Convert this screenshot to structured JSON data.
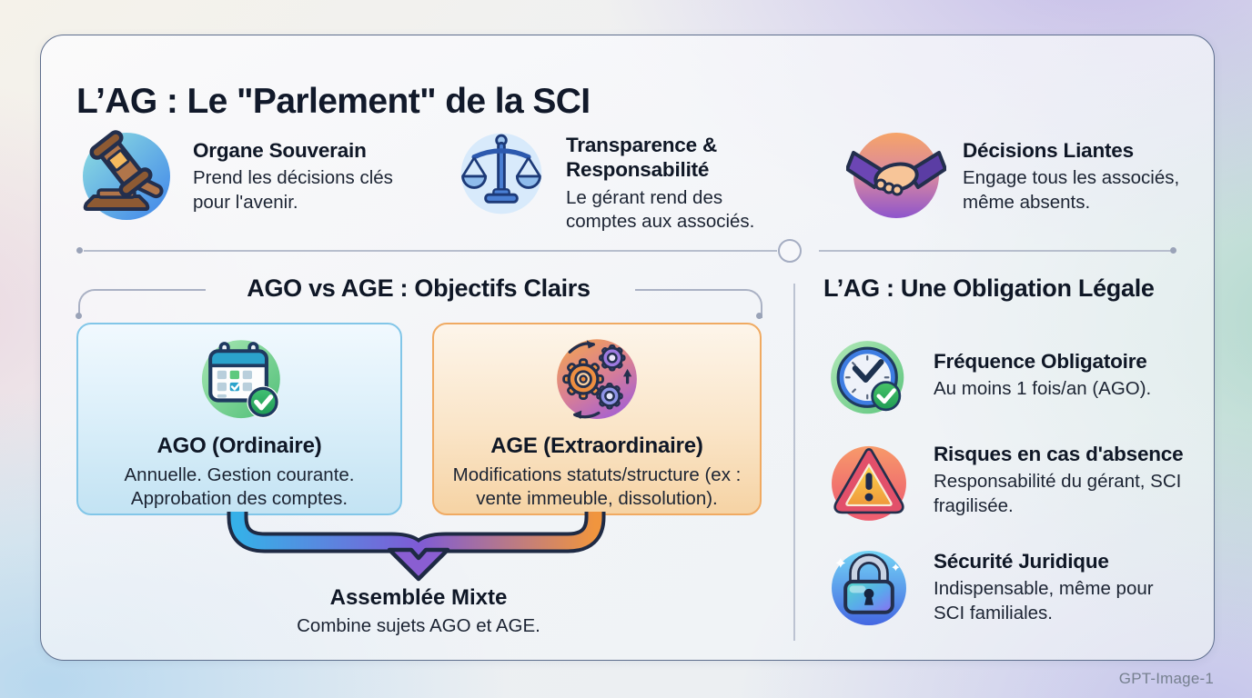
{
  "header": {
    "title": "L’AG : Le \"Parlement\" de la SCI"
  },
  "features": [
    {
      "icon": "gavel-icon",
      "title": "Organe Souverain",
      "desc": "Prend les décisions clés pour l'avenir."
    },
    {
      "icon": "scales-icon",
      "title": "Transparence & Responsabilité",
      "desc": "Le gérant rend des comptes aux associés."
    },
    {
      "icon": "handshake-icon",
      "title": "Décisions Liantes",
      "desc": "Engage tous les associés, même absents."
    }
  ],
  "comparison": {
    "title": "AGO vs AGE : Objectifs Clairs",
    "cards": [
      {
        "icon": "calendar-check-icon",
        "title": "AGO (Ordinaire)",
        "desc": "Annuelle. Gestion courante. Approbation des comptes.",
        "accent": "#82c6e8"
      },
      {
        "icon": "gears-icon",
        "title": "AGE (Extraordinaire)",
        "desc": "Modifications statuts/structure (ex : vente immeuble, dissolution).",
        "accent": "#f0aa62"
      }
    ],
    "result": {
      "title": "Assemblée Mixte",
      "desc": "Combine sujets AGO et AGE."
    }
  },
  "obligation": {
    "title": "L’AG : Une Obligation Légale",
    "items": [
      {
        "icon": "clock-check-icon",
        "title": "Fréquence Obligatoire",
        "desc": "Au moins 1 fois/an (AGO)."
      },
      {
        "icon": "warning-icon",
        "title": "Risques en cas d'absence",
        "desc": "Responsabilité du gérant, SCI fragilisée."
      },
      {
        "icon": "lock-icon",
        "title": "Sécurité Juridique",
        "desc": "Indispensable, même pour SCI familiales."
      }
    ]
  },
  "watermark": "GPT-Image-1",
  "colors": {
    "card_border": "#5e6e8d",
    "ago_accent": "#82c6e8",
    "age_accent": "#f0aa62",
    "arrow_left": "#36b0e8",
    "arrow_mid": "#7e5bd6",
    "arrow_right": "#f0953e",
    "outline_navy": "#232f4d",
    "divider": "#b7becd"
  }
}
